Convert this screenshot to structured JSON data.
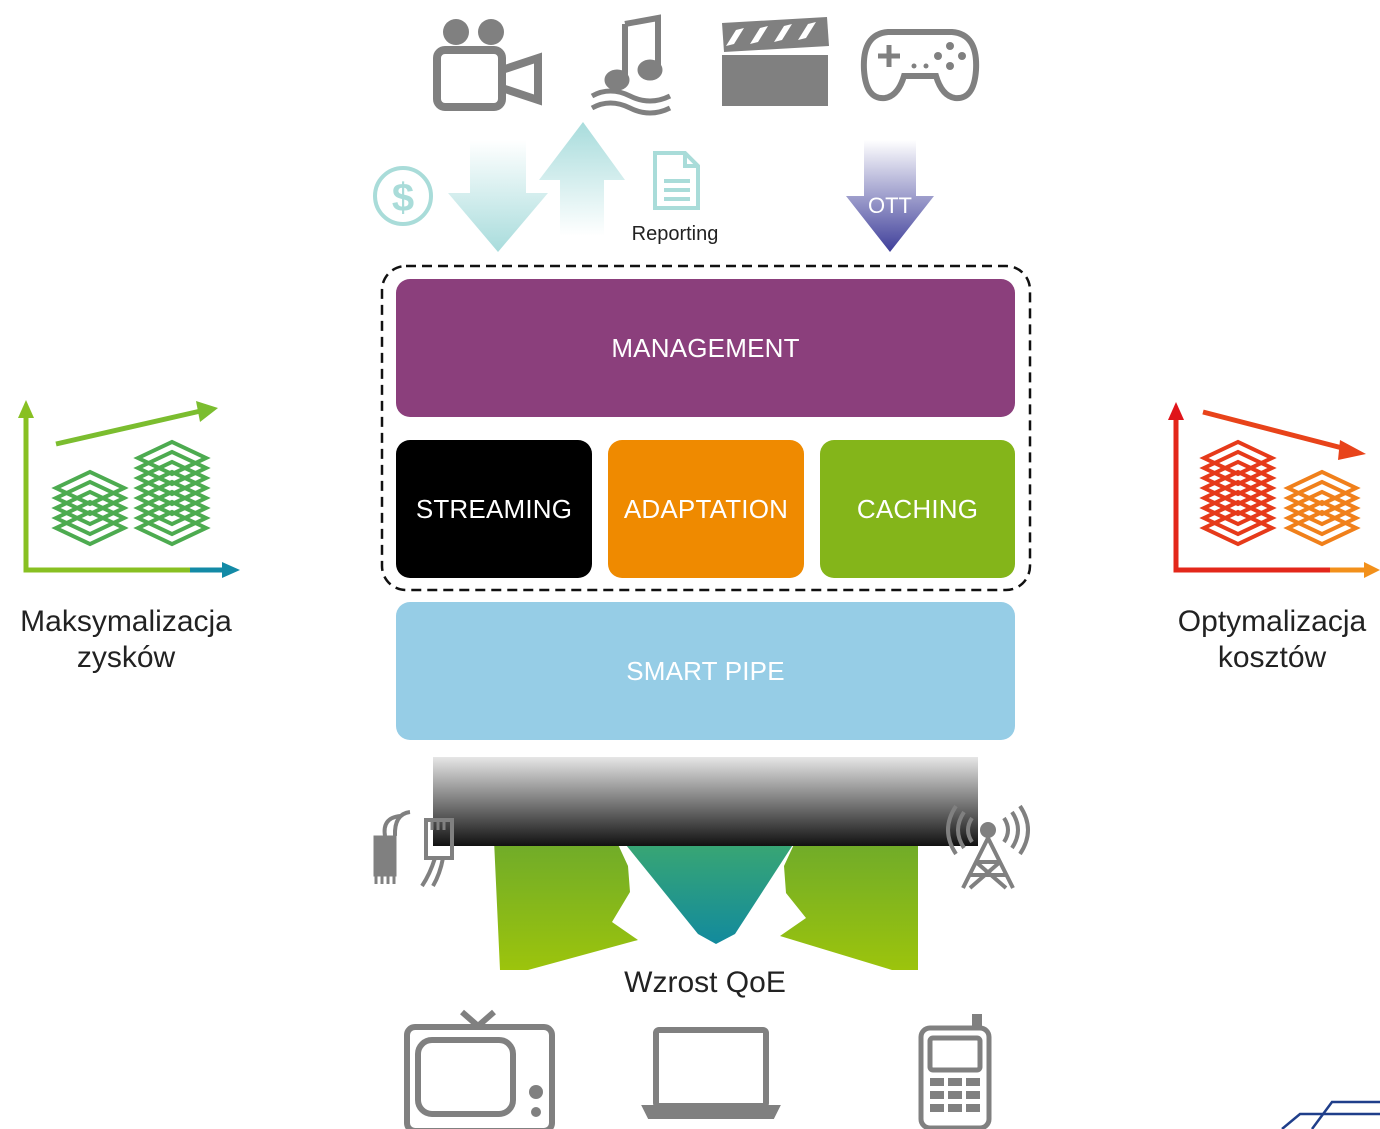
{
  "layers": {
    "management": "MANAGEMENT",
    "streaming": "STREAMING",
    "adaptation": "ADAPTATION",
    "caching": "CACHING",
    "smart_pipe": "SMART PIPE"
  },
  "labels": {
    "reporting": "Reporting",
    "ott": "OTT",
    "qoe": "Wzrost QoE",
    "left_line1": "Maksymalizacja",
    "left_line2": "zysków",
    "right_line1": "Optymalizacja",
    "right_line2": "kosztów"
  },
  "icons": {
    "top": [
      "video-camera-icon",
      "music-note-icon",
      "clapperboard-icon",
      "gamepad-icon"
    ],
    "arrows": [
      "dollar-circle-icon",
      "document-icon"
    ],
    "network": [
      "dsl-plug-icon",
      "radio-tower-icon"
    ],
    "bottom": [
      "tv-icon",
      "laptop-icon",
      "mobile-phone-icon"
    ],
    "side": [
      "revenue-chart-icon",
      "cost-chart-icon"
    ]
  },
  "colors": {
    "management": "#8b3f7c",
    "streaming": "#000000",
    "adaptation": "#ef8a00",
    "caching": "#84b51a",
    "smart_pipe": "#96cde6",
    "icon_gray": "#808080"
  }
}
